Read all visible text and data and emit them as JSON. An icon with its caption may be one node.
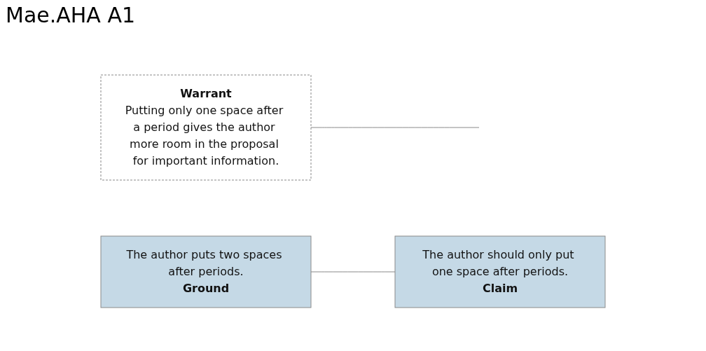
{
  "diagram": {
    "title": "Mae.AHA A1",
    "nodes": [
      {
        "text": [
          "Warrant",
          "Putting only one space after a period gives the author more room in the proposal for important information."
        ]
      },
      {
        "text": [
          "The author puts two spaces after periods.",
          "Ground"
        ]
      },
      {
        "text": [
          "The author should only put one space after periods.",
          "Claim"
        ]
      }
    ],
    "edges": [
      {
        "from": 1,
        "to": 2,
        "arrow": "none"
      },
      {
        "from": 0,
        "to": null,
        "arrow": "none"
      }
    ]
  }
}
